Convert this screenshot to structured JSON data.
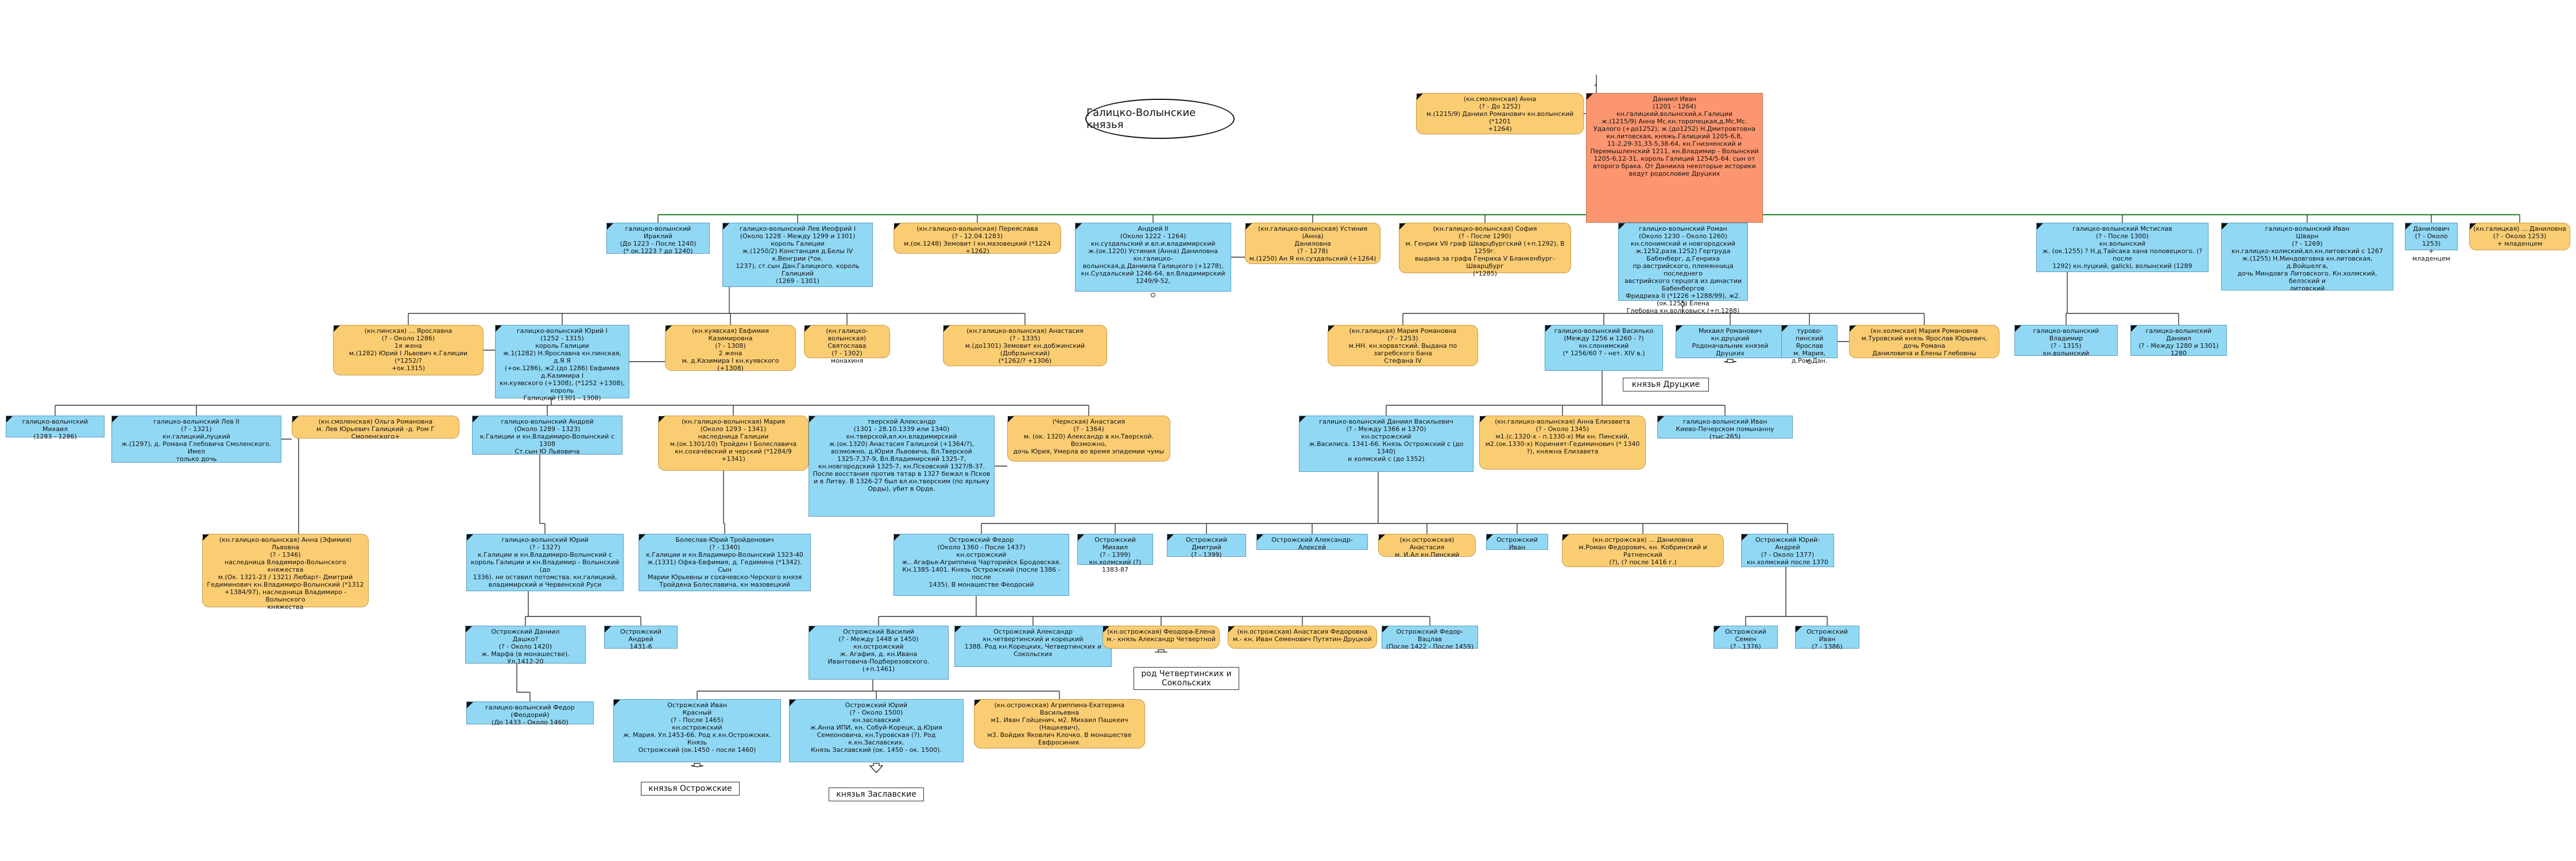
{
  "title": "Галицко-Волынские князья",
  "labels": {
    "druck": "князья Друцкие",
    "chetv": "род Четвертинских и\nСокольских",
    "ostrog": "князья Острожские",
    "zaslav": "князья Заславские"
  },
  "colors": {
    "male": "#91d8f5",
    "female": "#fbcd73",
    "root": "#fc9670",
    "line": "#333333",
    "marriage": "#2f8f3a"
  },
  "people": [
    {
      "id": "daniil",
      "sex": "root",
      "text": "Даниил Иван\n(1201 - 1264)\nкн.галицкий,волынский,к.Галиции\nж.(1215/9) Анна Мс.кн.торопецкая,д.Мс.Мс.\nУдалого (+до1252); ж.(до1252) Н.Дмитровтовна\nкн.литовская, княжь.Галицкий 1205-6,8,\n11-2,29-31,33-5,38-64, кн.Гнизненский и\nПеремышленский 1211, кн.Владимир - Волынский\n1205-6,12-31, король Галиций 1254/5-64. сын от\nвторого брака. От Даниила некоторые историки\nведут родословие Друцких"
    },
    {
      "id": "anna_smol",
      "sex": "female",
      "text": "(кн.смоленская) Анна\n(? - До 1252)\nм.(1215/9) Даниил Романович кн.волынский (*1201\n+1264)"
    },
    {
      "id": "iraklii",
      "sex": "male",
      "text": "галицко-волынский Ираклий\n(До 1223 - После 1240)\n(* ок.1223 ? до 1240)"
    },
    {
      "id": "lev1",
      "sex": "male",
      "text": "галицко-волынский Лев Иеофрий I\n(Около 1228 - Между 1299 и 1301)\nкороль Галиции\nж.(1250/2) Констанция д.Белы IV к.Венгрии (*ок.\n1237), ст.сын Дан.Галицкого. король Галицкий\n(1269 - 1301)"
    },
    {
      "id": "pereyaslava",
      "sex": "female",
      "text": "(кн.галицко-волынская) Переяслава\n(? - 12.04.1283)\nм.(ок.1248) Земовит I кн.мазовецкий (*1224 +1262)"
    },
    {
      "id": "andrei2",
      "sex": "male",
      "text": "Андрей II\n(Около 1222 - 1264)\nкн.суздальский и вл.и.владимирский\nж.(ок.1220) Устиния (Анна) Даниловна кн.галицко-\nволынская,д.Даниила Галицкого (+1278),\nкн.Суздальский 1246-64, вл.Владимирский\n1249/9-52,"
    },
    {
      "id": "ustinia",
      "sex": "female",
      "text": "(кн.галицко-волынская) Устиния (Анна)\nДаниловна\n(? - 1278)\nм.(1250) Ан Я кн.суздальский (+1264)"
    },
    {
      "id": "sofia",
      "sex": "female",
      "text": "(кн.галицко-волынская) София\n(? - После 1290)\nм. Генрих VII граф Шварцбургский (+п.1292), В 1259г.\nвыдана за графа Генриха V Бланкенбург-Шварцбург\n(*1285)"
    },
    {
      "id": "roman",
      "sex": "male",
      "text": "галицко-волынский Роман\n(Около 1230 - Около 1260)\nкн.слонимский и новгородский\nж.1252,разв.1252) Гертруда Бабенберг, д.Генриха\nпр.австрийского, племянница последнего\nавстрийского герцога из династии Бабенбергов\nФридриха II (*1226 +1288/99), ж2.(ок.1255) Елена\nГлебовна кн.волковыск.(+п.1288)"
    },
    {
      "id": "mstislav",
      "sex": "male",
      "text": "галицко-волынский Мстислав\n(? - После 1300)\nкн.волынский\nж. (ок.1255) ? Н.д.Тайсака хана половецкого. (? после\n1292) кн.луцкий, galicki, волынский (1289"
    },
    {
      "id": "ivan_shvarn",
      "sex": "male",
      "text": "галицко-волынский Иван\nШварн\n(? - 1269)\nкн.галицко-холмский,вл.кн.литовский с 1267\nж.(1255) Н.Миндовговна кн.литовская, д.Войшелга,\nдочь Миндовга Литовского. Кн.холмский, белзский и\nлитовский"
    },
    {
      "id": "danilovich",
      "sex": "male",
      "text": "Данилович\n(? - Около 1253)\n+ младенцем"
    },
    {
      "id": "danilovna",
      "sex": "female",
      "text": "(кн.галицкая) ... Даниловна\n(? - Около 1253)\n+ младенцем"
    },
    {
      "id": "yaroslavna",
      "sex": "female",
      "text": "(кн.пинская) ... Ярославна\n(? - Около 1286)\n1я жена\nм.(1282) Юрий I Львович к.Галиции (*1252/?\n+ок.1315)"
    },
    {
      "id": "yuri1",
      "sex": "male",
      "text": "галицко-волынский Юрий I\n(1252 - 1315)\nкороль Галиции\nж.1(1282) Н.Ярославна кн.пинская, д.Я Я\n(+ок.1286), ж2.(до 1286) Евфимия д.Казимира I\nкн.куявского (+1308), (*1252 +1308), король\nГалицкий (1301 - 1308)"
    },
    {
      "id": "evfimia",
      "sex": "female",
      "text": "(кн.куявская) Евфимия Казимировна\n(? - 1308)\n2 жена\nм. д.Казимира I кн.куявского (+1308)"
    },
    {
      "id": "svyatoslava",
      "sex": "female",
      "text": "(кн.галицко-волынская) Святослава\n(? - 1302)\nмонахиня"
    },
    {
      "id": "anastasia1",
      "sex": "female",
      "text": "(кн.галицко-волынская) Анастасия\n(? - 1335)\nм.(до1301) Земовит кн.добжинский (Добрзынский)\n(*1262/? +1306)"
    },
    {
      "id": "maria_rom",
      "sex": "female",
      "text": "(кн.галицкая) Мария Романовна\n(? - 1253)\nм.НН. кн.хорватский. Выдана по загребского бана\nСтефана IV"
    },
    {
      "id": "vasilko",
      "sex": "male",
      "text": "галицко-волынский Василько\n(Между 1256 и 1260 - ?)\nкн.слонимский\n(* 1256/60 ? - нет. XIV в.)"
    },
    {
      "id": "mikhail_druck",
      "sex": "male",
      "text": "Михаил Романович\nкн.друцкий\nРодоначальник князей Друцких"
    },
    {
      "id": "yaroslav_turov",
      "sex": "male",
      "text": "турово-пинский Ярослав\nм. Мария, д.Ром.Дан."
    },
    {
      "id": "maria_turov",
      "sex": "female",
      "text": "(кн.холмская) Мария Романовна\nм.Туровский князь Ярослав Юрьевич, дочь Романа\nДаниловича и Елены Глебовны"
    },
    {
      "id": "vladimir",
      "sex": "male",
      "text": "галицко-волынский Владимир\n(? - 1315)\nкн.волынский"
    },
    {
      "id": "daniil2",
      "sex": "male",
      "text": "галицко-волынский Даниил\n(? - Между 1280 и 1301)\n1280"
    },
    {
      "id": "mikhail_g",
      "sex": "male",
      "text": "галицко-волынский Михаил\n(1283 - 1286)"
    },
    {
      "id": "lev2",
      "sex": "male",
      "text": "галицко-волынский Лев II\n(? - 1321)\nкн.галицкий,луцкий\nж.(1297), д. Романа Глебовича Смоленского. Имел\nтолько дочь"
    },
    {
      "id": "olga",
      "sex": "female",
      "text": "(кн.смоленская) Ольга Романовна\nм. Лев Юрьевич Галицкий -д. Ром Г Смоленского+"
    },
    {
      "id": "tverskoy",
      "sex": "male",
      "text": "тверской Александр\n(1301 - 28.10.1339 или 1340)\nкн.тверской,вл.кн.владимирский\nж.(ок.1320) Анастасия Галицкой (+1364/?),\nвозможно, д.Юрия Львовича, Вл.Тверской\n1325-7,37-9, Вл.Владимирский 1325-7,\nкн.новгородский 1325-7, кн.Псковский 1327/8-37.\nПосле восстания против татар в 1327 бежал в Псков\nи в Литву. В 1326-27 был вл.кн.тверским (по ярлыку\nОрды), убит в Орде."
    },
    {
      "id": "anastasia2",
      "sex": "female",
      "text": "(Черкская) Анастасия\n(? - 1364)\nм. (ок. 1320) Александр в кн.Тверской. Возможно,\nдочь Юрия, Умерла во время эпидемии чумы"
    },
    {
      "id": "andrei_g",
      "sex": "male",
      "text": "галицко-волынский Андрей\n(Около 1289 - 1323)\nк.Галиции и кн.Владимиро-Волынский с 1308\nСт.сын Ю Львовича"
    },
    {
      "id": "maria2",
      "sex": "female",
      "text": "(кн.галицко-волынская) Мария\n(Около 1293 - 1341)\nнаследница Галиции\nм.(ок.1301/10) Тройден I Болеславича\nкн.сохачёвский и черский (*1284/9 +1341)"
    },
    {
      "id": "daniil_vas",
      "sex": "male",
      "text": "галицко-волынский Даниил Васильевич\n(? - Между 1366 и 1370)\nкн.острожский\nж.Василиса. 1341-66. Князь Острожский с (до 1340)\nи холмский с (до 1352)"
    },
    {
      "id": "anna_el",
      "sex": "female",
      "text": "(кн.галицко-волынская) Анна Елизавета\n(? - Около 1345)\nм1.(с.1320-х - п.1330-х) Ми кн. Пинский,\nм2.(ок.1330-х) Кориният-Гедиминович (* 1340\n?), княжна Елизавета"
    },
    {
      "id": "ivan_kiev",
      "sex": "male",
      "text": "галицко-волынский Иван\nКиево-Печерском помынанну (тыс.265)"
    },
    {
      "id": "anna_efim",
      "sex": "female",
      "text": "(кн.галицко-волынская) Анна (Эфимия) Львовна\n(? - 1346)\nнаследница Владимиро-Волынского княжества\nм.(Ок. 1321-23 / 1321) Любарт- Дмитрий\nГедиминович кн.Владимиро-Волынский (*1312\n+1384/97), наследница Владимиро - Волынского\nкняжества"
    },
    {
      "id": "yuri_g",
      "sex": "male",
      "text": "галицко-волынский Юрий\n(? - 1327)\nк.Галиции и кн.Владимиро-Волынский с\nкороль Галиции и кн.Владимир - Волынский (до\n1336). не оставил потомства. кн.галицкий,\nвладимирский и Червенской Руси"
    },
    {
      "id": "boleslav",
      "sex": "male",
      "text": "Болеслав-Юрий Тройденович\n(? - 1340)\nк.Галиции и кн.Владимиро-Волынский 1323-40\nж.(1331) Офка-Евфимия, д. Гедимина (*1342). Сын\nМарии Юрьевны и сохачевско-Черского князя\nТройдена Болеславича, кн мазовецкий"
    },
    {
      "id": "fedor",
      "sex": "male",
      "text": "Острожский Федор\n(Около 1360 - После 1437)\nкн.острожский\nж.. Агафья-Агриппина Чарторийск Бродовская.\nКн.1385-1401. Князь Острожский (после 1386 - после\n1435). В монашестве Феодосий"
    },
    {
      "id": "mikhail_o",
      "sex": "male",
      "text": "Острожский Михаил\n(? - 1399)\nкн.холмский (?) 1383-87"
    },
    {
      "id": "dmitri_o",
      "sex": "male",
      "text": "Острожский Дмитрий\n(? - 1399)"
    },
    {
      "id": "alexander_o",
      "sex": "male",
      "text": "Острожский Александр-Алексей"
    },
    {
      "id": "anastasia_o",
      "sex": "female",
      "text": "(кн.острожская) Анастасия\nм. И.Ал кн.Пинский"
    },
    {
      "id": "ivan_o",
      "sex": "male",
      "text": "Острожский Иван"
    },
    {
      "id": "danilovna_o",
      "sex": "female",
      "text": "(кн.острожская) ... Даниловна\nм.Роман Федорович, кн. Кобринский и Ратненский\n(?), (? после 1416 г.)"
    },
    {
      "id": "yuri_andrei",
      "sex": "male",
      "text": "Острожский Юрий-Андрей\n(? - Около 1377)\nкн.холмский после 1370"
    },
    {
      "id": "daniil_o",
      "sex": "male",
      "text": "Острожский Даниил\nДашко?\n(? - Около 1420)\nж. Марфа (в монашестве). Ул.1412-20"
    },
    {
      "id": "andrei_o",
      "sex": "male",
      "text": "Острожский Андрей\n1431-6"
    },
    {
      "id": "vasili_o",
      "sex": "male",
      "text": "Острожский Василий\n(? - Между 1448 и 1450)\nкн.острожский\nж. Агафия, д. кн.Ивана\nИвантовича-Подберезовского. (+п.1461)"
    },
    {
      "id": "alexandr_ch",
      "sex": "male",
      "text": "Острожский Александр\nкн.четвертинский и корецкий\n1388. Род кн.Корецких, Четвертинских и\nСокольских"
    },
    {
      "id": "fedora",
      "sex": "female",
      "text": "(кн.острожская) Феодора-Елена\nм.- князь Александр Четвертной"
    },
    {
      "id": "anastasia_f",
      "sex": "female",
      "text": "(кн.острожская) Анастасия Федоровна\nм.- кн. Иван Семенович Путятин-Друцкой"
    },
    {
      "id": "fedor_vas",
      "sex": "male",
      "text": "Острожский Федор-Вацлав\n(После 1422 - После 1459)"
    },
    {
      "id": "semen_o",
      "sex": "male",
      "text": "Острожский Семен\n(? - 1376)"
    },
    {
      "id": "ivan_o2",
      "sex": "male",
      "text": "Острожский Иван\n(? - 1386)"
    },
    {
      "id": "fedor_fed",
      "sex": "male",
      "text": "галицко-волынский Федор (Феодорий)\n(До 1433 - Около 1460)"
    },
    {
      "id": "ivan_kr",
      "sex": "male",
      "text": "Острожский Иван\nКрасный\n(? - После 1465)\nкн.острожский\nж. Мария. Ул.1453-66. Род к.кн.Острожских. Князь\nОстрожский (ок.1450 - после 1460)"
    },
    {
      "id": "yuri_z",
      "sex": "male",
      "text": "Острожский Юрий\n(? - Около 1500)\nкн.заславский\nж.Анна ИПИ, кн. Собуй-Корецк, д.Юрия\nСемеоновича, кн.Туровская (?). Род к.кн.Заславских.\nКнязь Заславский (ок. 1450 - ок. 1500)."
    },
    {
      "id": "agrippina",
      "sex": "female",
      "text": "(кн.острожская) Агриппина-Екатерина\nВасильевна\nм1. Иван Гойценич, м2. Михаил Пашкеич (Нащкевич),\nм3. Войдих Яковлич Клочко. В монашестве\nЕвфросиния."
    }
  ]
}
